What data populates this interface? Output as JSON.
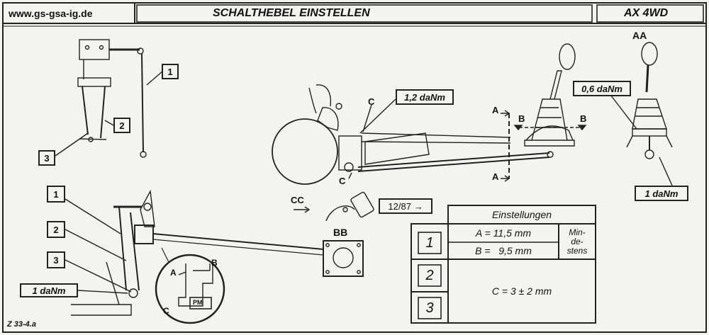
{
  "header": {
    "website": "www.gs-gsa-ig.de",
    "title": "SCHALTHEBEL EINSTELLEN",
    "model": "AX 4WD"
  },
  "callouts": {
    "n1_top": "1",
    "n2_top": "2",
    "n3_top": "3",
    "n1_bottom": "1",
    "n2_bottom": "2",
    "n3_bottom": "3"
  },
  "torques": {
    "main_bolt": "1,2 daNm",
    "aa_upper": "0,6 daNm",
    "aa_lower": "1 daNm",
    "left_bottom": "1 daNm"
  },
  "markers": {
    "A_top": "A",
    "A_bottom": "A",
    "B_left": "B",
    "B_right": "B",
    "C_top": "C",
    "C_bottom": "C",
    "detail_A": "A",
    "detail_B": "B",
    "detail_C": "C",
    "pm": "PM"
  },
  "views": {
    "aa": "AA",
    "bb": "BB",
    "cc": "CC"
  },
  "version_tag": "12/87 →",
  "figure_ref": "Z 33-4.a",
  "settings_table": {
    "header": "Einstellungen",
    "row1_num": "1",
    "row1_a": "A = 11,5 mm",
    "row1_b": "B =   9,5 mm",
    "row1_note": "Min-\nde-\nstens",
    "row2_num": "2",
    "row3_num": "3",
    "row23_c": "C = 3 ± 2 mm"
  }
}
